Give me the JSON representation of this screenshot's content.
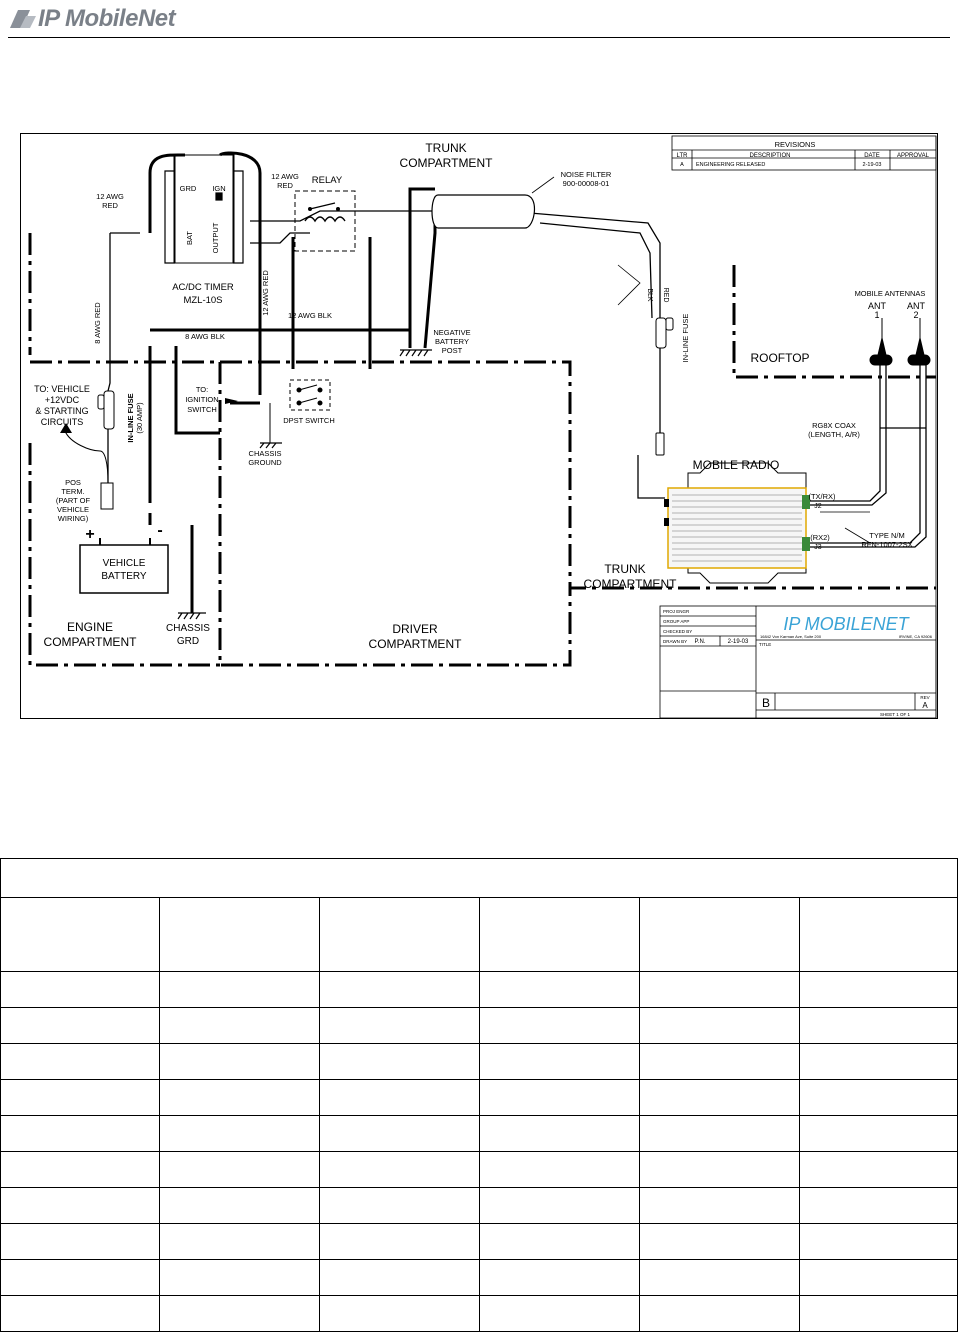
{
  "header": {
    "logo_text": "IP MobileNet"
  },
  "diagram": {
    "trunk_top": "TRUNK",
    "compartment_top": "COMPARTMENT",
    "noise_filter": "NOISE FILTER",
    "noise_filter_pn": "900-00008-01",
    "awg12_red_left_1": "12 AWG",
    "awg12_red_left_2": "RED",
    "awg12_red_top_1": "12 AWG",
    "awg12_red_top_2": "RED",
    "grd": "GRD",
    "ign": "IGN",
    "bat": "BAT",
    "output": "OUTPUT",
    "relay": "RELAY",
    "timer_1": "AC/DC TIMER",
    "timer_2": "MZL-10S",
    "awg12_red_vert": "12 AWG RED",
    "awg12_blk": "12 AWG BLK",
    "awg8_blk": "8 AWG BLK",
    "awg8_red": "8 AWG RED",
    "neg_post_1": "NEGATIVE",
    "neg_post_2": "BATTERY",
    "neg_post_3": "POST",
    "to_vehicle_1": "TO: VEHICLE",
    "to_vehicle_2": "+12VDC",
    "to_vehicle_3": "& STARTING",
    "to_vehicle_4": "CIRCUITS",
    "fuse_30_1": "IN-LINE FUSE",
    "fuse_30_2": "(30 AMP)",
    "to_ign_1": "TO:",
    "to_ign_2": "IGNITION",
    "to_ign_3": "SWITCH",
    "dpst": "DPST SWITCH",
    "chassis_ground_1": "CHASSIS",
    "chassis_ground_2": "GROUND",
    "pos_term_1": "POS",
    "pos_term_2": "TERM.",
    "pos_term_3": "(PART OF",
    "pos_term_4": "VEHICLE",
    "pos_term_5": "WIRING)",
    "plus": "+",
    "minus": "-",
    "vehicle_battery_1": "VEHICLE",
    "vehicle_battery_2": "BATTERY",
    "engine_1": "ENGINE",
    "engine_2": "COMPARTMENT",
    "chassis_grd_1": "CHASSIS",
    "chassis_grd_2": "GRD",
    "driver_1": "DRIVER",
    "driver_2": "COMPARTMENT",
    "blk": "BLK",
    "red": "RED",
    "inline_fuse_right": "IN-LINE FUSE",
    "rooftop": "ROOFTOP",
    "mobile_antennas": "MOBILE ANTENNAS",
    "ant1_1": "ANT",
    "ant1_2": "1",
    "ant2_1": "ANT",
    "ant2_2": "2",
    "coax_1": "RG8X COAX",
    "coax_2": "(LENGTH, A/R)",
    "mobile_radio": "MOBILE RADIO",
    "txrx": "(TX/RX)",
    "j2": "J2",
    "rx2": "(RX2)",
    "j3": "J3",
    "type_nm": "TYPE N/M",
    "rfn": "RFN-1007-2SX",
    "trunk_bottom_1": "TRUNK",
    "trunk_bottom_2": "COMPARTMENT",
    "revisions": {
      "title": "REVISIONS",
      "headers": [
        "LTR",
        "DESCRIPTION",
        "DATE",
        "APPROVAL"
      ],
      "row": [
        "A",
        "ENGINEERING RELEASED",
        "2-19-03",
        ""
      ]
    },
    "titleblock": {
      "proj_engr": "PROJ ENGR",
      "group_app": "GROUP APP",
      "checked_by": "CHECKED BY",
      "drawn_by": "DRAWN BY",
      "drawn_name": "P.N.",
      "drawn_date": "2-19-03",
      "company": "IP MOBILENET",
      "address": "16842 Von Karman Ave, Suite 200",
      "city": "IRVINE, CA 92606",
      "title_label": "TITLE",
      "size": "B",
      "rev_label": "REV",
      "rev": "A",
      "sheet": "SHEET 1 OF 1"
    }
  },
  "table": {
    "title": "",
    "columns": 6,
    "rows": 11
  }
}
